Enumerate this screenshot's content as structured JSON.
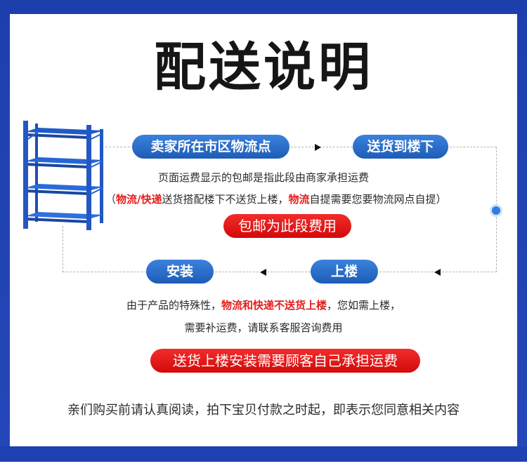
{
  "title": "配送说明",
  "flow": {
    "step1": "卖家所在市区物流点",
    "step2": "送货到楼下",
    "step3": "上楼",
    "step4": "安装"
  },
  "section1": {
    "line1": "页面运费显示的包邮是指此段由商家承担运费",
    "line2_open": "（",
    "line2_red1": "物流/快递",
    "line2_mid": "送货搭配楼下不送货上楼，",
    "line2_red2": "物流",
    "line2_end": "自提需要您要物流网点自提）",
    "badge": "包邮为此段费用"
  },
  "section2": {
    "line1_start": "由于产品的特殊性，",
    "line1_red": "物流和快递不送货上楼",
    "line1_end": "，您如需上楼，",
    "line2": "需要补运费，请联系客服咨询费用",
    "badge": "送货上楼安装需要顾客自己承担运费"
  },
  "footer": "亲们购买前请认真阅读，拍下宝贝付款之时起，即表示您同意相关内容",
  "colors": {
    "frame": "#1d3fae",
    "pill_blue": "#2a6fcd",
    "pill_red": "#e31515",
    "highlight_red": "#e51d1d"
  }
}
